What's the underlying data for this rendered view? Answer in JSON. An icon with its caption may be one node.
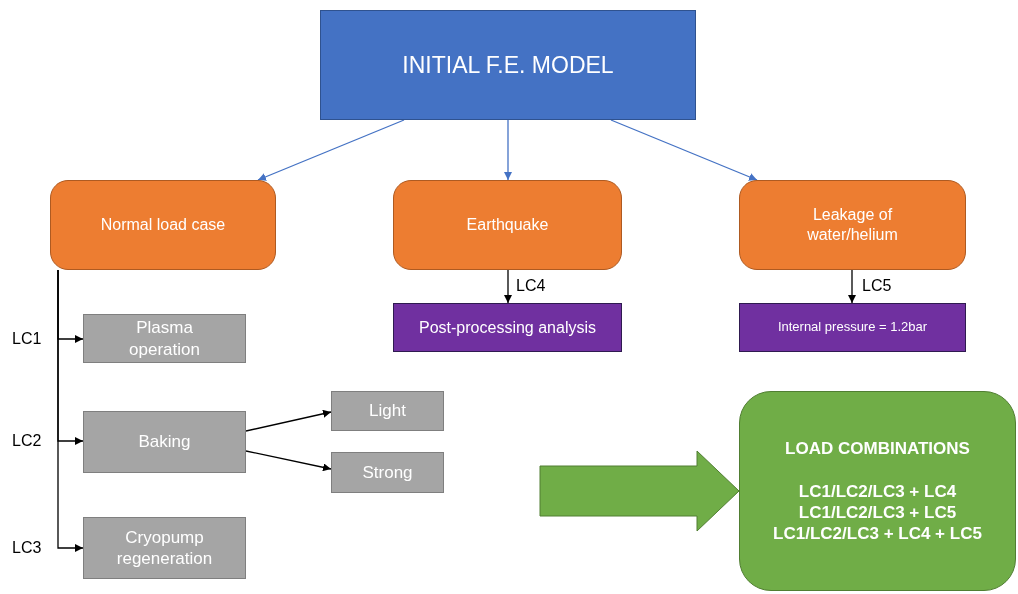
{
  "diagram": {
    "nodes": [
      {
        "text": [
          "INITIAL F.E. MODEL"
        ]
      },
      {
        "text": [
          "Normal load case"
        ]
      },
      {
        "text": [
          "Earthquake"
        ]
      },
      {
        "text": [
          "Leakage of water/helium"
        ]
      },
      {
        "text": [
          "Post-processing analysis"
        ]
      },
      {
        "text": [
          "Internal pressure  = 1.2bar"
        ]
      },
      {
        "text": [
          "Plasma operation"
        ]
      },
      {
        "text": [
          "Baking"
        ]
      },
      {
        "text": [
          "Light"
        ]
      },
      {
        "text": [
          "Strong"
        ]
      },
      {
        "text": [
          "Cryopump regeneration"
        ]
      },
      {
        "text": [
          "LOAD COMBINATIONS",
          "LC1/LC2/LC3 + LC4",
          "LC1/LC2/LC3 + LC5",
          "LC1/LC2/LC3 + LC4 + LC5"
        ]
      }
    ],
    "edges": [
      {
        "from": 0,
        "to": 1,
        "arrow": "to",
        "color": "#4472c4"
      },
      {
        "from": 0,
        "to": 2,
        "arrow": "to",
        "color": "#4472c4"
      },
      {
        "from": 0,
        "to": 3,
        "arrow": "to",
        "color": "#4472c4"
      },
      {
        "from": 2,
        "to": 4,
        "arrow": "to",
        "label": "LC4"
      },
      {
        "from": 3,
        "to": 5,
        "arrow": "to",
        "label": "LC5"
      },
      {
        "from": 1,
        "to": 6,
        "arrow": "to",
        "label": "LC1"
      },
      {
        "from": 1,
        "to": 7,
        "arrow": "to",
        "label": "LC2"
      },
      {
        "from": 1,
        "to": 10,
        "arrow": "to",
        "label": "LC3"
      },
      {
        "from": 7,
        "to": 8,
        "arrow": "to"
      },
      {
        "from": 7,
        "to": 9,
        "arrow": "to"
      },
      {
        "from": null,
        "to": 11,
        "arrow": "to",
        "style": "thick",
        "color": "#70ad47"
      }
    ]
  }
}
